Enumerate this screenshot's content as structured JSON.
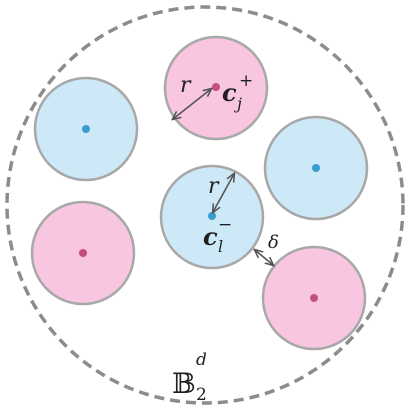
{
  "diagram": {
    "ball": {
      "symbol": "𝔹",
      "sub": "2",
      "sup": "d"
    },
    "circles": [
      {
        "id": "c-plus-j",
        "kind": "positive"
      },
      {
        "id": "blue-top-left",
        "kind": "negative"
      },
      {
        "id": "blue-right",
        "kind": "negative"
      },
      {
        "id": "c-minus-l",
        "kind": "negative"
      },
      {
        "id": "pink-left",
        "kind": "positive"
      },
      {
        "id": "pink-bottom-right",
        "kind": "positive"
      }
    ],
    "labels": {
      "radius_top": "r",
      "radius_center": "r",
      "center_plus": "c",
      "center_plus_sub": "j",
      "center_plus_sup": "+",
      "center_minus": "c",
      "center_minus_sub": "l",
      "center_minus_sup": "−",
      "gap": "δ"
    },
    "colors": {
      "positive_fill": "#f9c6e1",
      "positive_center": "#c2507f",
      "negative_fill": "#cde9f8",
      "negative_center": "#3a9bd1",
      "circle_stroke": "#a8a8a8",
      "ball_stroke": "#8c8c8c",
      "arrow": "#555555"
    }
  }
}
